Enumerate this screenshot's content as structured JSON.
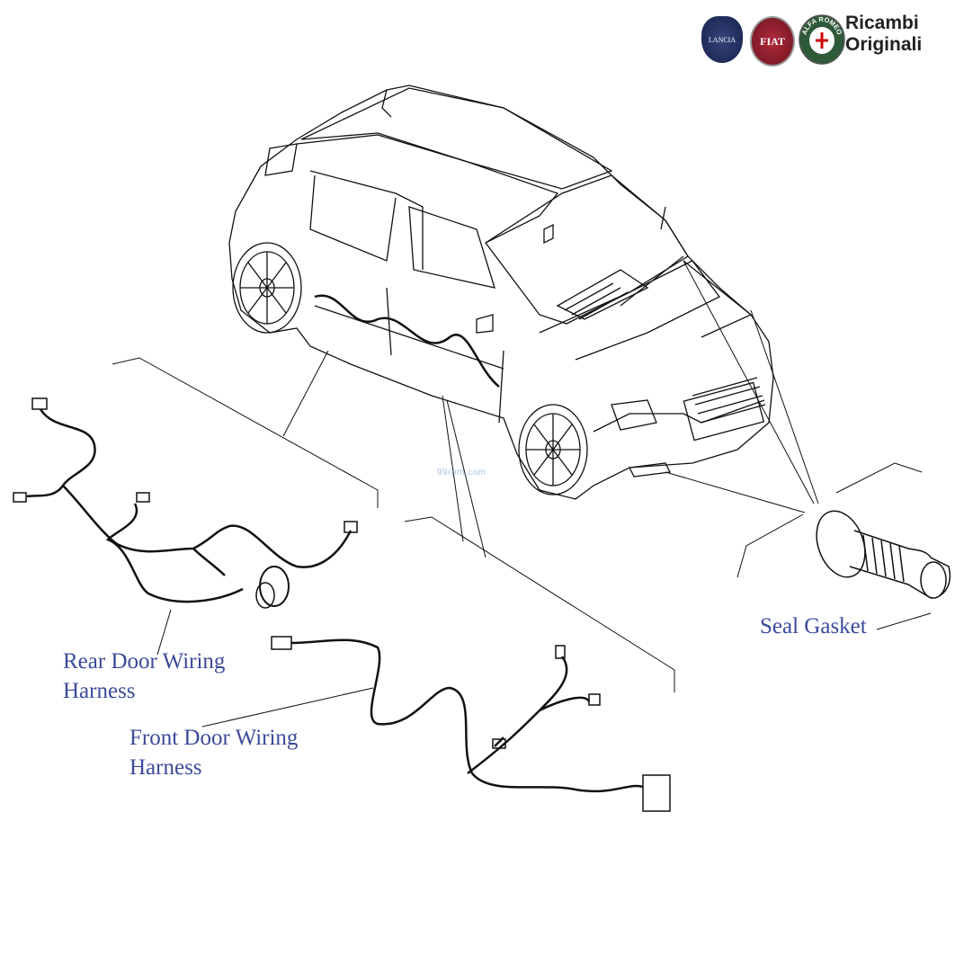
{
  "logo": {
    "text_line1": "Ricambi",
    "text_line2": "Originali",
    "badges": [
      "LANCIA",
      "FIAT",
      "ALFA ROMEO"
    ]
  },
  "watermark": "99rpm.com",
  "labels": {
    "rear_door": [
      "Rear Door Wiring",
      "Harness"
    ],
    "front_door": [
      "Front Door Wiring",
      "Harness"
    ],
    "seal_gasket": "Seal Gasket"
  },
  "colors": {
    "label": "#3b4a9b",
    "lancia": "#1e2b5e",
    "fiat": "#8e1b2a",
    "alfa": "#2f5a3a"
  }
}
